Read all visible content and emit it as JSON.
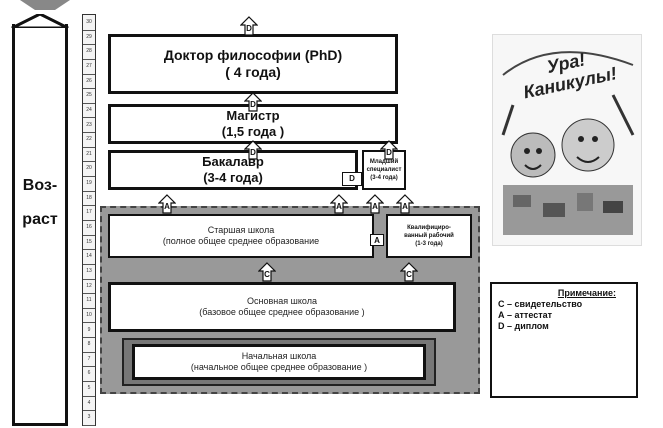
{
  "age": {
    "label_line1": "Воз-",
    "label_line2": "раст",
    "ticks": [
      "30",
      "29",
      "28",
      "27",
      "26",
      "25",
      "24",
      "23",
      "22",
      "21",
      "20",
      "19",
      "18",
      "17",
      "16",
      "15",
      "14",
      "13",
      "12",
      "11",
      "10",
      "9",
      "8",
      "7",
      "6",
      "5",
      "4",
      "3"
    ]
  },
  "levels": {
    "phd": {
      "title": "Доктор философии (PhD)",
      "duration": "( 4 года)"
    },
    "master": {
      "title": "Магистр",
      "duration": "(1,5 года )"
    },
    "bachelor": {
      "title": "Бакалавр",
      "duration": "(3-4 года)"
    },
    "junior": {
      "line1": "Младший",
      "line2": "специалист",
      "line3": "(3-4 года)"
    },
    "senior_school": {
      "title": "Старшая школа",
      "subtitle": "(полное общее среднее образование"
    },
    "qualified_worker": {
      "line1": "Квалифициро-",
      "line2": "ванный рабочий",
      "line3": "(1-3 года)"
    },
    "basic_school": {
      "title": "Основная школа",
      "subtitle": "(базовое общее среднее образование )"
    },
    "primary_school": {
      "title": "Начальная школа",
      "subtitle": "(начальное общее среднее образование )"
    }
  },
  "arrows": {
    "d": "D",
    "a": "A",
    "c": "C"
  },
  "poster": {
    "text": "Ура! Каникулы!"
  },
  "note": {
    "title": "Примечание:",
    "c": "С – свидетельство",
    "a": "А – аттестат",
    "d": "D – диплом"
  }
}
